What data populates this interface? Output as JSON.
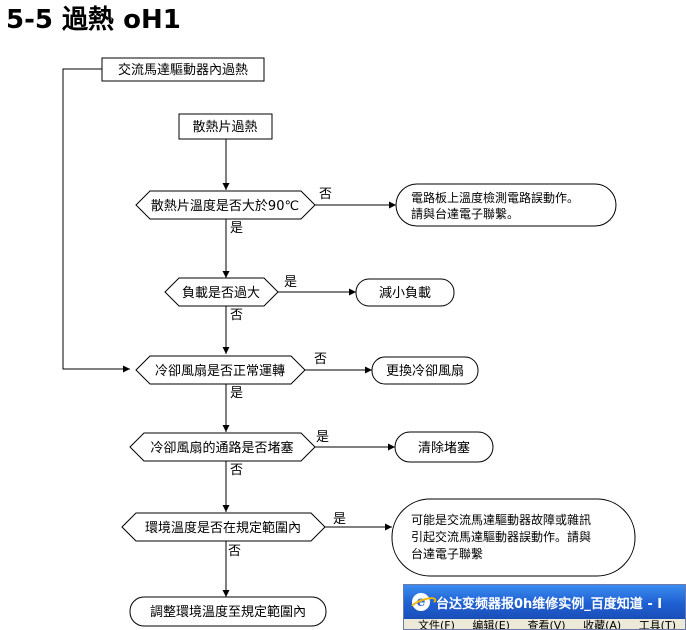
{
  "heading": "5-5 過熱 oH1",
  "nodes": {
    "start": "交流馬達驅動器內過熱",
    "heatsink": "散熱片過熱",
    "q_temp": "散熱片溫度是否大於90℃",
    "r_board": [
      "電路板上溫度檢測電路誤動作。",
      "請與台達電子聯繫。"
    ],
    "q_load": "負載是否過大",
    "r_load": "減小負載",
    "q_fan": "冷卻風扇是否正常運轉",
    "r_fan": "更換冷卻風扇",
    "q_path": "冷卻風扇的通路是否堵塞",
    "r_path": "清除堵塞",
    "q_env": "環境溫度是否在規定範圍內",
    "r_env": [
      "可能是交流馬達驅動器故障或雜訊",
      "引起交流馬達驅動器誤動作。請與",
      "台達電子聯繫"
    ],
    "end": "調整環境溫度至規定範圍內"
  },
  "edge_labels": {
    "q_temp_no": "否",
    "q_temp_yes": "是",
    "q_load_yes": "是",
    "q_load_no": "否",
    "q_fan_no": "否",
    "q_fan_yes": "是",
    "q_path_yes": "是",
    "q_path_no": "否",
    "q_env_yes": "是",
    "q_env_no": "否"
  },
  "browser_window": {
    "title": "台达变频器报0h维修实例_百度知道 - I",
    "menu": [
      "文件(F)",
      "编辑(E)",
      "查看(V)",
      "收藏(A)",
      "工具(T)"
    ],
    "icon": "ie-icon"
  }
}
